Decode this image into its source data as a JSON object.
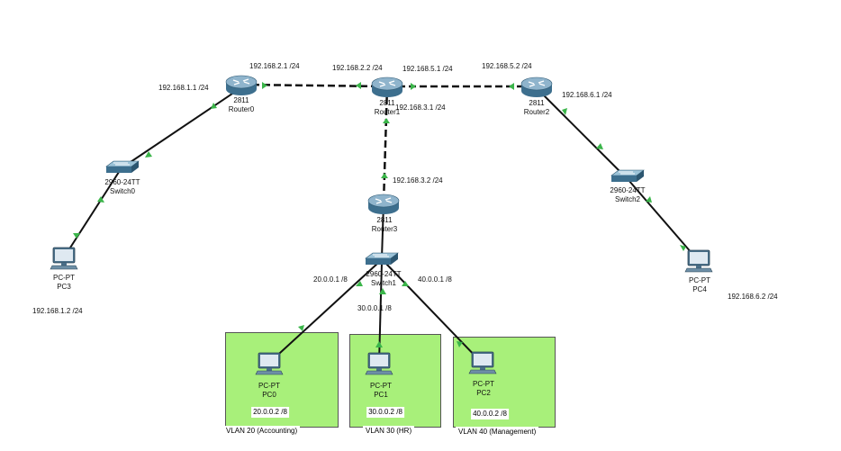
{
  "devices": {
    "router0": {
      "model": "2811",
      "name": "Router0"
    },
    "router1": {
      "model": "2811",
      "name": "Router1"
    },
    "router2": {
      "model": "2811",
      "name": "Router2"
    },
    "router3": {
      "model": "2811",
      "name": "Router3"
    },
    "switch0": {
      "model": "2960-24TT",
      "name": "Switch0"
    },
    "switch1": {
      "model": "2960-24TT",
      "name": "Switch1"
    },
    "switch2": {
      "model": "2960-24TT",
      "name": "Switch2"
    },
    "pc0": {
      "model": "PC-PT",
      "name": "PC0"
    },
    "pc1": {
      "model": "PC-PT",
      "name": "PC1"
    },
    "pc2": {
      "model": "PC-PT",
      "name": "PC2"
    },
    "pc3": {
      "model": "PC-PT",
      "name": "PC3"
    },
    "pc4": {
      "model": "PC-PT",
      "name": "PC4"
    }
  },
  "ip_labels": {
    "r0_r1_left": "192.168.2.1 /24",
    "r0_lan": "192.168.1.1 /24",
    "r1_r0_side": "192.168.2.2 /24",
    "r1_r2_side": "192.168.5.1 /24",
    "r1_r3_side": "192.168.3.1 /24",
    "r2_r1_side": "192.168.5.2 /24",
    "r2_lan": "192.168.6.1 /24",
    "r3_r1_side": "192.168.3.2 /24",
    "vlan20_gw": "20.0.0.1 /8",
    "vlan30_gw": "30.0.0.1 /8",
    "vlan40_gw": "40.0.0.1 /8",
    "pc3_ip": "192.168.1.2 /24",
    "pc4_ip": "192.168.6.2 /24",
    "pc0_ip": "20.0.0.2 /8",
    "pc1_ip": "30.0.0.2 /8",
    "pc2_ip": "40.0.0.2 /8"
  },
  "vlans": {
    "vlan20": "VLAN 20 (Accounting)",
    "vlan30": "VLAN 30 (HR)",
    "vlan40": "VLAN 40 (Management)"
  },
  "colors": {
    "vlan_fill": "#a8f07a",
    "link_up_marker": "#3bb54a",
    "link_line": "#111111"
  }
}
